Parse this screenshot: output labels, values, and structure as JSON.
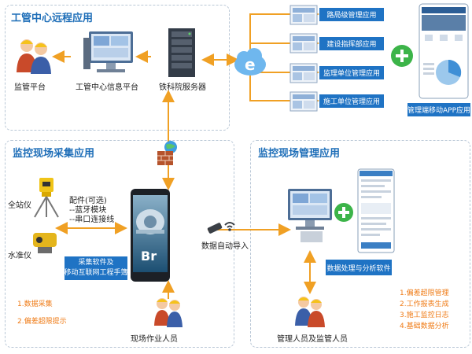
{
  "top_panel": {
    "title": "工管中心远程应用",
    "nodes": {
      "supervisor": "监管平台",
      "info_platform": "工管中心信息平台",
      "server": "铁科院服务器"
    }
  },
  "apps": [
    {
      "label": "路局级管理应用"
    },
    {
      "label": "建设指挥部应用"
    },
    {
      "label": "监理单位管理应用"
    },
    {
      "label": "施工单位管理应用"
    }
  ],
  "mobile_app": {
    "label": "管理端移动APP应用"
  },
  "field_collect": {
    "title": "监控现场采集应用",
    "devices": {
      "total_station": "全站仪",
      "level": "水准仪"
    },
    "accessory": {
      "title": "配件(可选)",
      "lines": [
        "--蓝牙模块",
        "--串口连接线"
      ]
    },
    "software_box": {
      "line1": "采集软件及",
      "line2": "移动互联网工程手簿"
    },
    "worker": "现场作业人员",
    "features": [
      "1.数据采集",
      "2.偏差超限提示"
    ]
  },
  "phone": {
    "logo": "Br"
  },
  "transfer": {
    "label": "数据自动导入"
  },
  "field_manage": {
    "title": "监控现场管理应用",
    "software_box": "数据处理与分析软件",
    "staff": "管理人员及监管人员",
    "features": [
      "1.偏差超限管理",
      "2.工作报表生成",
      "3.施工监控日志",
      "4.基础数据分析"
    ]
  },
  "colors": {
    "accent": "#1f73c4",
    "arrow": "#f0a024",
    "note": "#ef7b16",
    "title": "#1e6eb8",
    "plus": "#3cb449"
  }
}
